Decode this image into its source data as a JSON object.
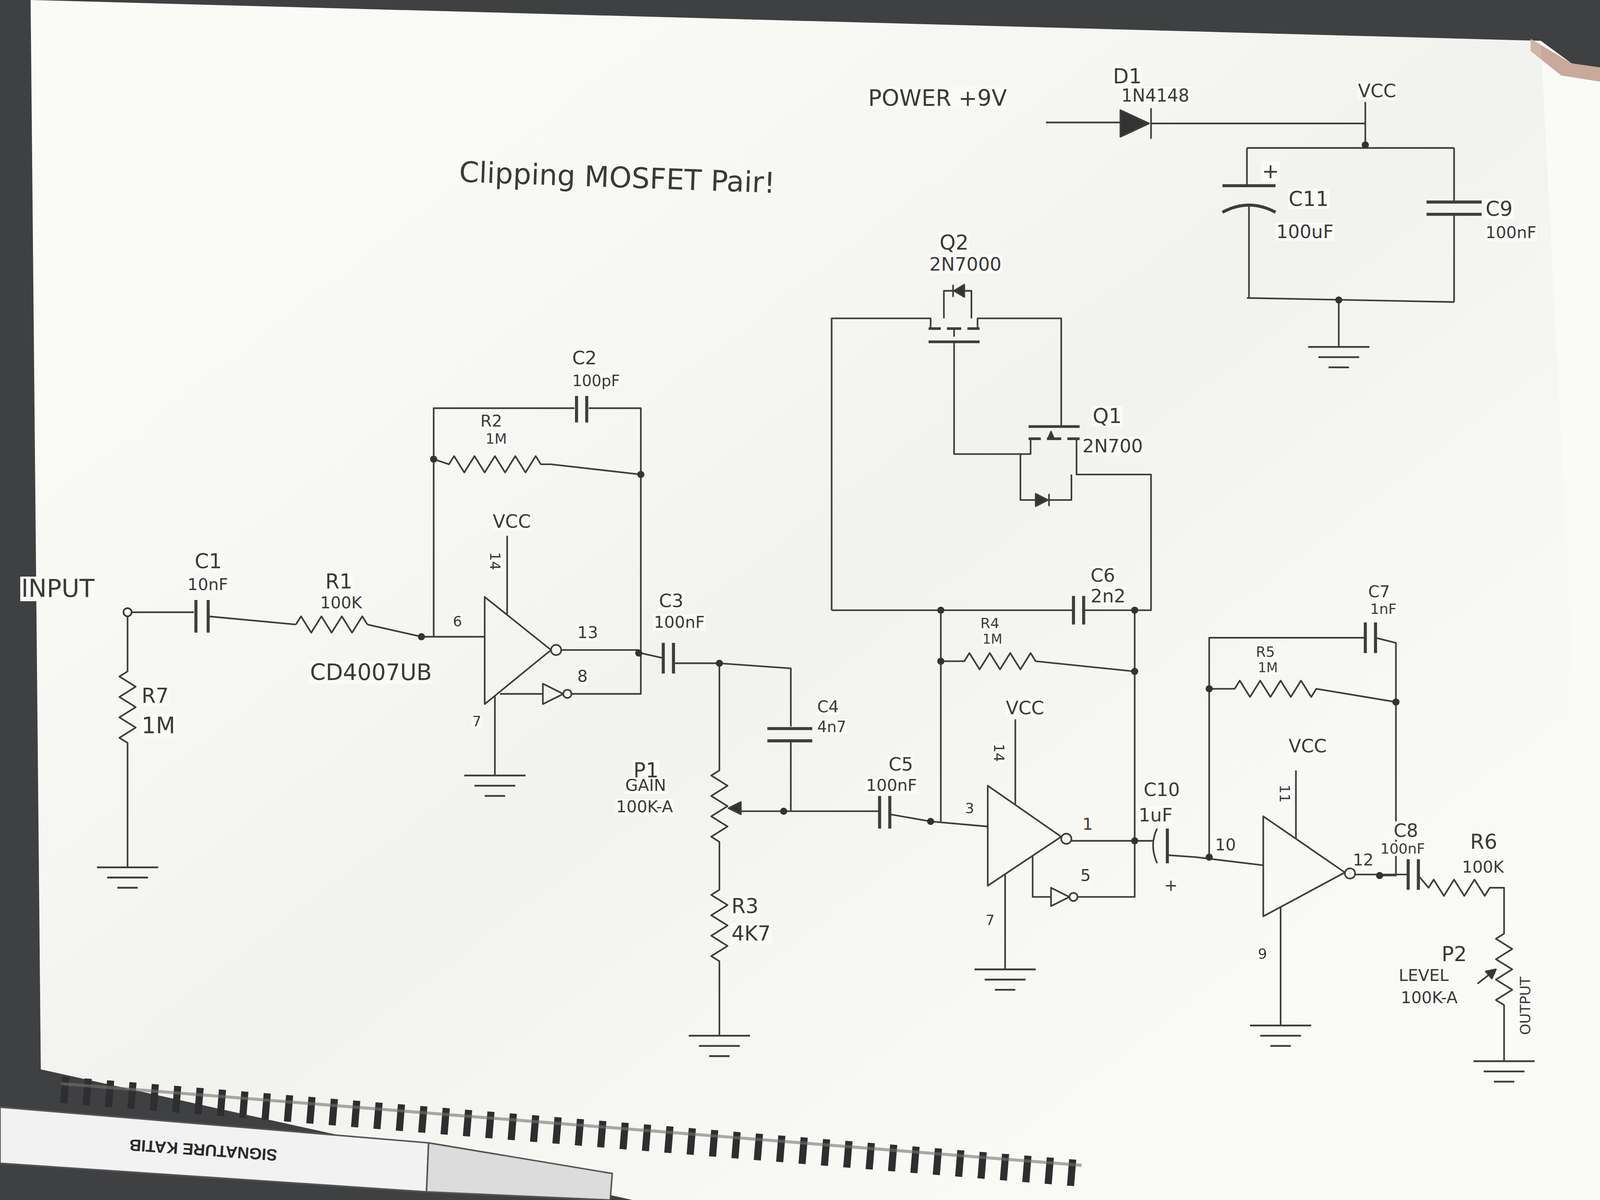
{
  "diagram": {
    "title": "Clipping MOSFET Pair!",
    "labels": [
      "POWER +9V",
      "D1",
      "1N4148",
      "VCC",
      "C11",
      "100uF",
      "C9",
      "100nF",
      "+",
      "Q2",
      "2N7000",
      "Q1",
      "2N700",
      "C2",
      "100pF",
      "R2",
      "1M",
      "VCC",
      "INPUT",
      "C1",
      "10nF",
      "R1",
      "100K",
      "6",
      "13",
      "8",
      "CD4007UB",
      "R7",
      "1M",
      "14",
      "7",
      "C3",
      "100nF",
      "C4",
      "4n7",
      "P1",
      "GAIN",
      "100K-A",
      "R3",
      "4K7",
      "C5",
      "100nF",
      "3",
      "1",
      "5",
      "R4",
      "1M",
      "C6",
      "2n2",
      "VCC",
      "14",
      "7",
      "C10",
      "1uF",
      "+",
      "10",
      "R5",
      "1M",
      "C7",
      "1nF",
      "VCC",
      "11",
      "9",
      "12",
      "C8",
      "100nF",
      "R6",
      "100K",
      "P2",
      "LEVEL",
      "100K-A",
      "OUTPUT",
      "SIGNATURE KATIB"
    ]
  }
}
